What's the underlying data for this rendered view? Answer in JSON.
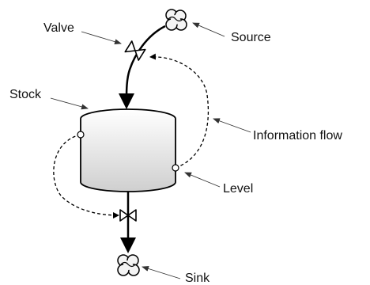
{
  "diagram": {
    "labels": {
      "valve": "Valve",
      "source": "Source",
      "stock": "Stock",
      "information_flow": "Information flow",
      "level": "Level",
      "sink": "Sink"
    },
    "icons": {
      "source": "cloud-icon",
      "sink": "cloud-icon",
      "valve_top": "valve-icon",
      "valve_bottom": "valve-icon",
      "stock": "tank-icon"
    },
    "colors": {
      "stroke": "#000000",
      "stock_fill_top": "#ffffff",
      "stock_fill_bottom": "#cfcfcf",
      "label_pointer": "#444444"
    }
  }
}
